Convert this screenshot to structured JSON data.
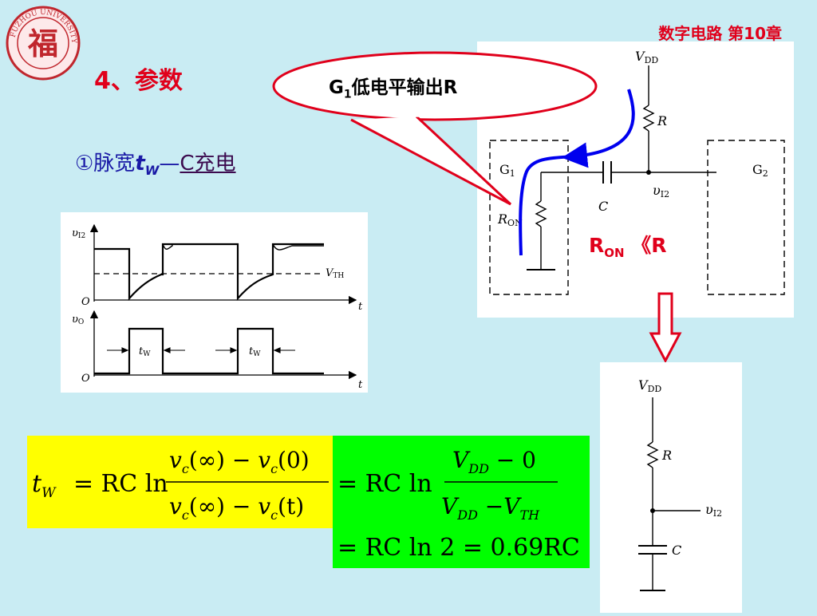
{
  "header": {
    "chapter": "数字电路  第10章",
    "logo_text": "福",
    "logo_ring_text": "FUZHOU UNIVERSITY",
    "section_title": "4、参数"
  },
  "subsection": {
    "marker": "①脉宽",
    "tw_main": "t",
    "tw_sub": "W",
    "dash": "—",
    "charge": "C充电"
  },
  "callout": {
    "g": "G",
    "g_sub": "1",
    "rest": "低电平输出R"
  },
  "relation": {
    "r": "R",
    "r_sub": "ON",
    "rest": " 《R"
  },
  "circuit": {
    "vdd": "V",
    "vdd_sub": "DD",
    "r": "R",
    "c": "C",
    "g1": "G",
    "g1_sub": "1",
    "g2": "G",
    "g2_sub": "2",
    "ron": "R",
    "ron_sub": "ON",
    "vi2": "υ",
    "vi2_sub": "I2"
  },
  "waveform": {
    "vi2": "υ",
    "vi2_sub": "I2",
    "vo": "υ",
    "vo_sub": "O",
    "vth": "V",
    "vth_sub": "TH",
    "origin": "O",
    "t": "t",
    "tw": "t",
    "tw_sub": "W"
  },
  "equivalent": {
    "vdd": "V",
    "vdd_sub": "DD",
    "r": "R",
    "vi2": "υ",
    "vi2_sub": "I2",
    "c": "C"
  },
  "formulas": {
    "lhs": "t",
    "lhs_sub": "W",
    "eq1": "= RC ln",
    "num1_a": "v",
    "num1_a_sub": "c",
    "num1_b": "(∞) − ",
    "num1_c": "v",
    "num1_c_sub": "c",
    "num1_d": "(0)",
    "den1_a": "v",
    "den1_a_sub": "c",
    "den1_b": "(∞) − ",
    "den1_c": "v",
    "den1_c_sub": "c",
    "den1_d": "(t)",
    "eq2": "= RC ln",
    "num2_a": "V",
    "num2_a_sub": "DD",
    "num2_b": " − 0",
    "den2_a": "V",
    "den2_a_sub": "DD",
    "den2_b": " −V",
    "den2_b_sub": "TH",
    "result": "= RC ln 2 = 0.69RC"
  },
  "colors": {
    "background": "#c9ecf3",
    "accent_red": "#e0001b",
    "heading_blue": "#1a1aa6",
    "formula_yellow": "#ffff00",
    "formula_green": "#00ff00",
    "current_blue": "#0000ee"
  }
}
